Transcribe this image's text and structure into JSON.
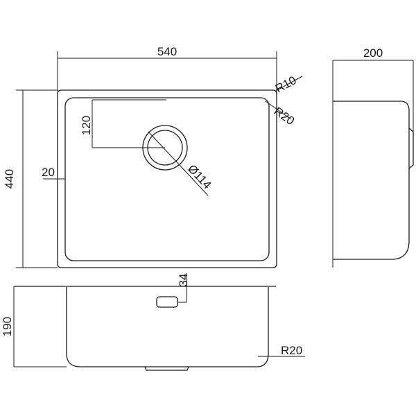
{
  "dimensions": {
    "width": "540",
    "height": "440",
    "depth_side": "200",
    "depth_front": "190",
    "outer_radius": "R10",
    "inner_radius": "R20",
    "drain_offset": "120",
    "wall_offset": "20",
    "drain_diameter": "Ø114",
    "overflow_offset": "34",
    "bottom_radius": "R20"
  }
}
